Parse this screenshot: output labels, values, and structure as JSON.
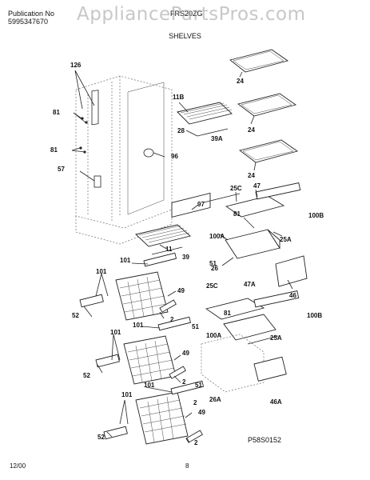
{
  "header": {
    "publication_label": "Publication No",
    "publication_number": "5995347670",
    "model": "FRS20ZG",
    "watermark": "AppliancePartsPros.com"
  },
  "diagram": {
    "title": "SHELVES",
    "figure_id": "P58S0152",
    "callouts": [
      "126",
      "81",
      "81",
      "57",
      "11B",
      "28",
      "39A",
      "96",
      "97",
      "24",
      "24",
      "24",
      "25C",
      "47",
      "81",
      "100B",
      "100A",
      "25A",
      "26",
      "46",
      "11",
      "39",
      "101",
      "51",
      "101",
      "49",
      "52",
      "2",
      "25C",
      "47A",
      "81",
      "100B",
      "100A",
      "25A",
      "101",
      "51",
      "101",
      "49",
      "52",
      "2",
      "51",
      "101",
      "2",
      "26A",
      "46A",
      "101",
      "49",
      "52",
      "2"
    ]
  },
  "footer": {
    "date": "12/00",
    "page": "8"
  }
}
